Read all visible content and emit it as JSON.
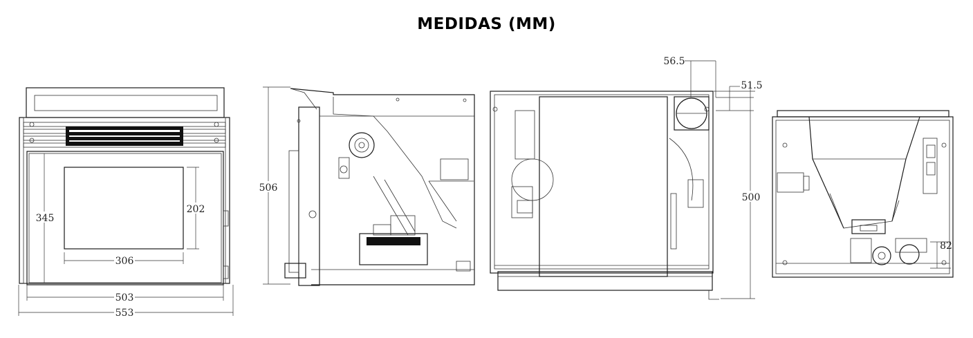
{
  "title": "MEDIDAS (MM)",
  "dimensions": {
    "front_height_inner": "345",
    "front_window_height": "202",
    "front_window_width": "306",
    "front_width_inner": "503",
    "front_width_total": "553",
    "side_height": "506",
    "back_offset_a": "56.5",
    "back_offset_b": "51.5",
    "back_height": "500",
    "side2_offset": "82"
  }
}
